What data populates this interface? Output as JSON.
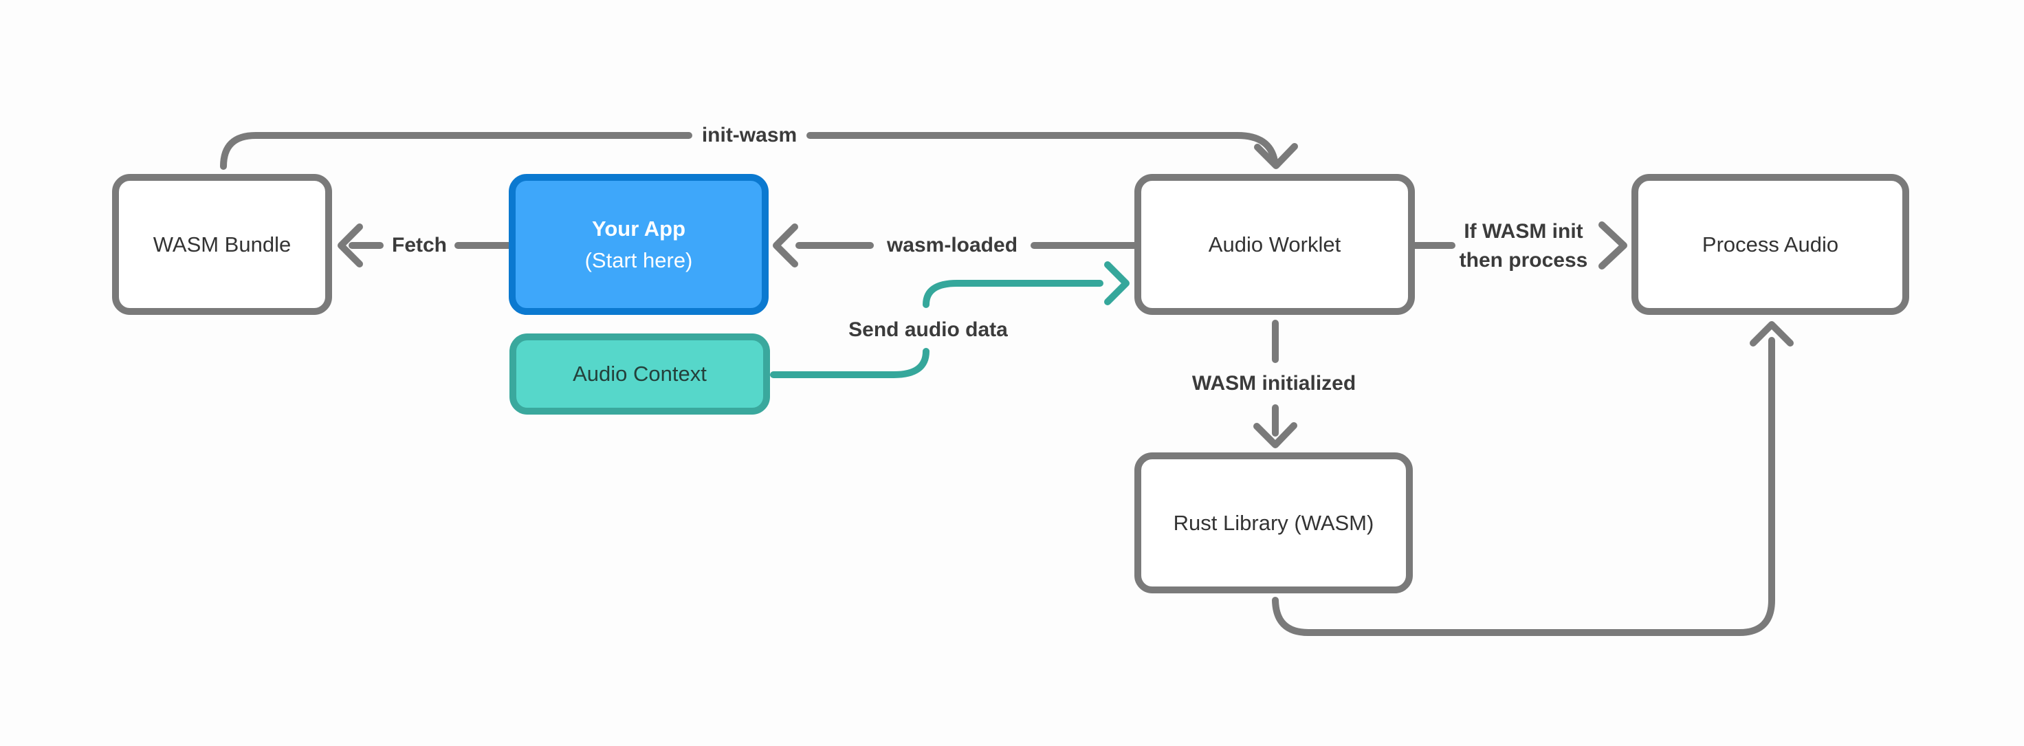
{
  "diagram": {
    "type": "flowchart",
    "background_color": "#FDFDFD",
    "colors": {
      "connector_gray": "#7A7A7A",
      "connector_teal": "#35A79B",
      "node_fill_white": "#FFFFFF",
      "node_border_gray": "#7A7A7A",
      "accent_blue_fill": "#3EA7FA",
      "accent_blue_border": "#0B79D0",
      "accent_teal_fill": "#56D7CA",
      "accent_teal_border": "#3AA89D",
      "node_text": "#333333",
      "edge_label_text": "#3B3B3B",
      "blue_node_text": "#FFFFFF"
    },
    "nodes": {
      "wasm_bundle": {
        "label": "WASM Bundle"
      },
      "your_app": {
        "label": "Your App",
        "sublabel": "(Start here)"
      },
      "audio_context": {
        "label": "Audio Context"
      },
      "audio_worklet": {
        "label": "Audio Worklet"
      },
      "process_audio": {
        "label": "Process Audio"
      },
      "rust_library": {
        "label": "Rust Library (WASM)"
      }
    },
    "edge_labels": {
      "init_wasm": "init-wasm",
      "fetch": "Fetch",
      "wasm_loaded": "wasm-loaded",
      "send_audio_data": "Send audio data",
      "if_wasm_init_line1": "If WASM init",
      "if_wasm_init_line2": "then process",
      "wasm_initialized": "WASM initialized"
    },
    "edges_semantic": [
      {
        "from": "wasm_bundle",
        "to": "audio_worklet",
        "label": "init-wasm"
      },
      {
        "from": "your_app",
        "to": "wasm_bundle",
        "label": "Fetch"
      },
      {
        "from": "audio_worklet",
        "to": "your_app",
        "label": "wasm-loaded"
      },
      {
        "from": "audio_context",
        "to": "audio_worklet",
        "label": "Send audio data"
      },
      {
        "from": "audio_worklet",
        "to": "process_audio",
        "label": "If WASM init then process"
      },
      {
        "from": "audio_worklet",
        "to": "rust_library",
        "label": "WASM initialized"
      },
      {
        "from": "rust_library",
        "to": "process_audio",
        "label": ""
      }
    ]
  }
}
